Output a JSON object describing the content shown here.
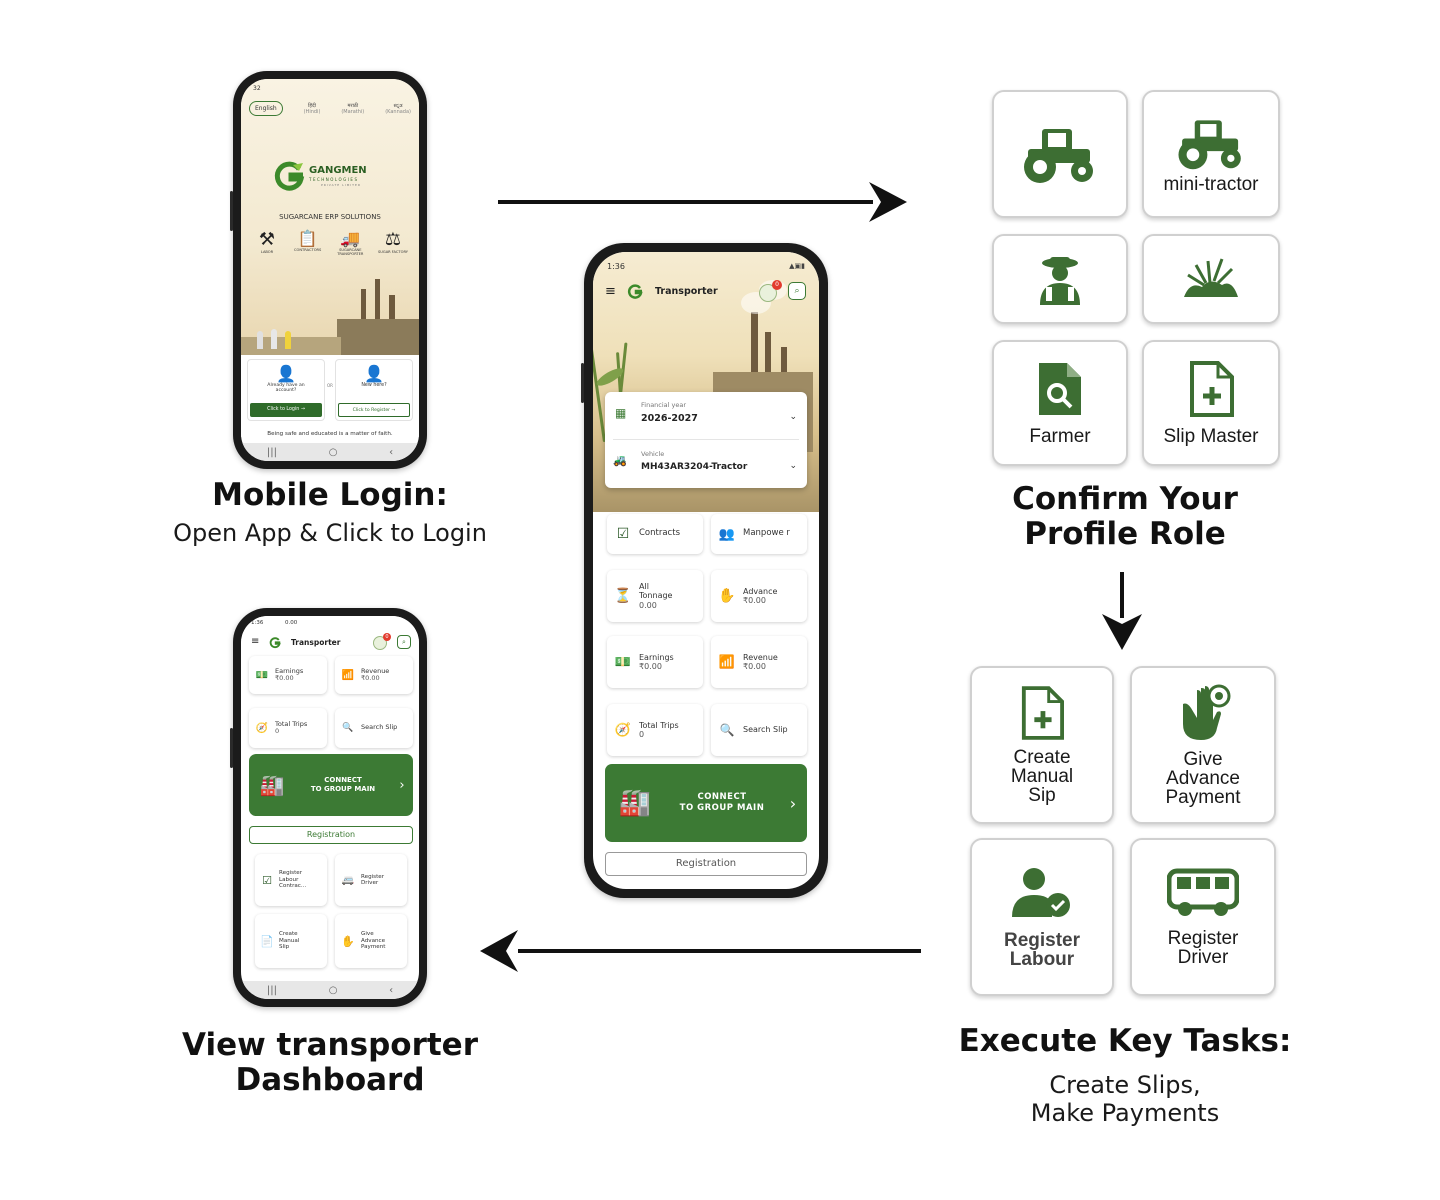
{
  "login_phone": {
    "status_time": "32",
    "languages": [
      {
        "label": "English",
        "sub": ""
      },
      {
        "label": "हिंदी",
        "sub": "(Hindi)"
      },
      {
        "label": "मराठी",
        "sub": "(Marathi)"
      },
      {
        "label": "ಕನ್ನಡ",
        "sub": "(Kannada)"
      }
    ],
    "brand_name": "GANGMEN",
    "brand_sub": "TECHNOLOGIES",
    "brand_small": "PRIVATE LIMITED",
    "tagline": "SUGARCANE ERP SOLUTIONS",
    "roles": [
      {
        "icon": "⚒",
        "label": "LABOR"
      },
      {
        "icon": "📋",
        "label": "CONTRACTORS"
      },
      {
        "icon": "🚚",
        "label": "SUGARCANE TRANSPORTER"
      },
      {
        "icon": "⚖",
        "label": "SUGAR FACTORY"
      }
    ],
    "login_prompt": "Already have an account?",
    "or_label": "OR",
    "login_button": "Click to Login →",
    "register_prompt": "New here?",
    "register_button": "Click to Register →",
    "footer": "Being safe and educated is a matter of faith."
  },
  "caption_login": {
    "title": "Mobile Login:",
    "subtitle": "Open App & Click to Login"
  },
  "center_phone": {
    "status_time": "1:36",
    "title": "Transporter",
    "notif_count": "0",
    "fy_label": "Financial year",
    "fy_value": "2026-2027",
    "vehicle_label": "Vehicle",
    "vehicle_value": "MH43AR3204-Tractor",
    "tiles": [
      {
        "icon": "☑",
        "label": "Contracts",
        "value": ""
      },
      {
        "icon": "👥",
        "label": "Manpowe r",
        "value": ""
      },
      {
        "icon": "⏳",
        "label": "All Tonnage",
        "value": "0.00"
      },
      {
        "icon": "✋",
        "label": "Advance",
        "value": "₹0.00"
      },
      {
        "icon": "💵",
        "label": "Earnings",
        "value": "₹0.00"
      },
      {
        "icon": "📶",
        "label": "Revenue",
        "value": "₹0.00"
      },
      {
        "icon": "🧭",
        "label": "Total Trips",
        "value": "0"
      },
      {
        "icon": "🔍",
        "label": "Search Slip",
        "value": ""
      }
    ],
    "connect_line1": "CONNECT",
    "connect_line2": "TO GROUP MAIN",
    "registration": "Registration"
  },
  "dashboard_phone": {
    "status_time": "1:36",
    "title": "Transporter",
    "notif_count": "0",
    "top_overflow": "0.00",
    "tiles": [
      {
        "icon": "💵",
        "label": "Earnings",
        "value": "₹0.00"
      },
      {
        "icon": "📶",
        "label": "Revenue",
        "value": "₹0.00"
      },
      {
        "icon": "🧭",
        "label": "Total Trips",
        "value": "0"
      },
      {
        "icon": "🔍",
        "label": "Search Slip",
        "value": ""
      }
    ],
    "connect_line1": "CONNECT",
    "connect_line2": "TO GROUP MAIN",
    "registration": "Registration",
    "reg_tiles": [
      {
        "icon": "☑",
        "label": "Register Labour Contrac..."
      },
      {
        "icon": "🚐",
        "label": "Register Driver"
      },
      {
        "icon": "📄",
        "label": "Create Manual Slip"
      },
      {
        "icon": "✋",
        "label": "Give Advance Payment"
      }
    ]
  },
  "caption_dashboard": {
    "title_line1": "View transporter",
    "title_line2": "Dashboard"
  },
  "role_cards": [
    {
      "icon": "tractor-icon",
      "label": ""
    },
    {
      "icon": "tractor-icon",
      "label": "mini-tractor"
    },
    {
      "icon": "farmer-worker-icon",
      "label": ""
    },
    {
      "icon": "crop-field-icon",
      "label": ""
    },
    {
      "icon": "search-document-icon",
      "label": "Farmer"
    },
    {
      "icon": "add-document-icon",
      "label": "Slip Master"
    }
  ],
  "caption_role": {
    "title_line1": "Confirm Your",
    "title_line2": "Profile Role"
  },
  "task_cards": [
    {
      "icon": "add-document-icon",
      "label": "Create Manual Sip"
    },
    {
      "icon": "hand-coin-icon",
      "label": "Give Advance Payment"
    },
    {
      "icon": "user-check-icon",
      "label": "Register Labour"
    },
    {
      "icon": "van-icon",
      "label": "Register Driver"
    }
  ],
  "caption_tasks": {
    "title": "Execute Key Tasks:",
    "subtitle_line1": "Create Slips,",
    "subtitle_line2": "Make Payments"
  },
  "colors": {
    "brand_green": "#3c7a34",
    "icon_green": "#3d6e33",
    "text_dark": "#111111"
  }
}
